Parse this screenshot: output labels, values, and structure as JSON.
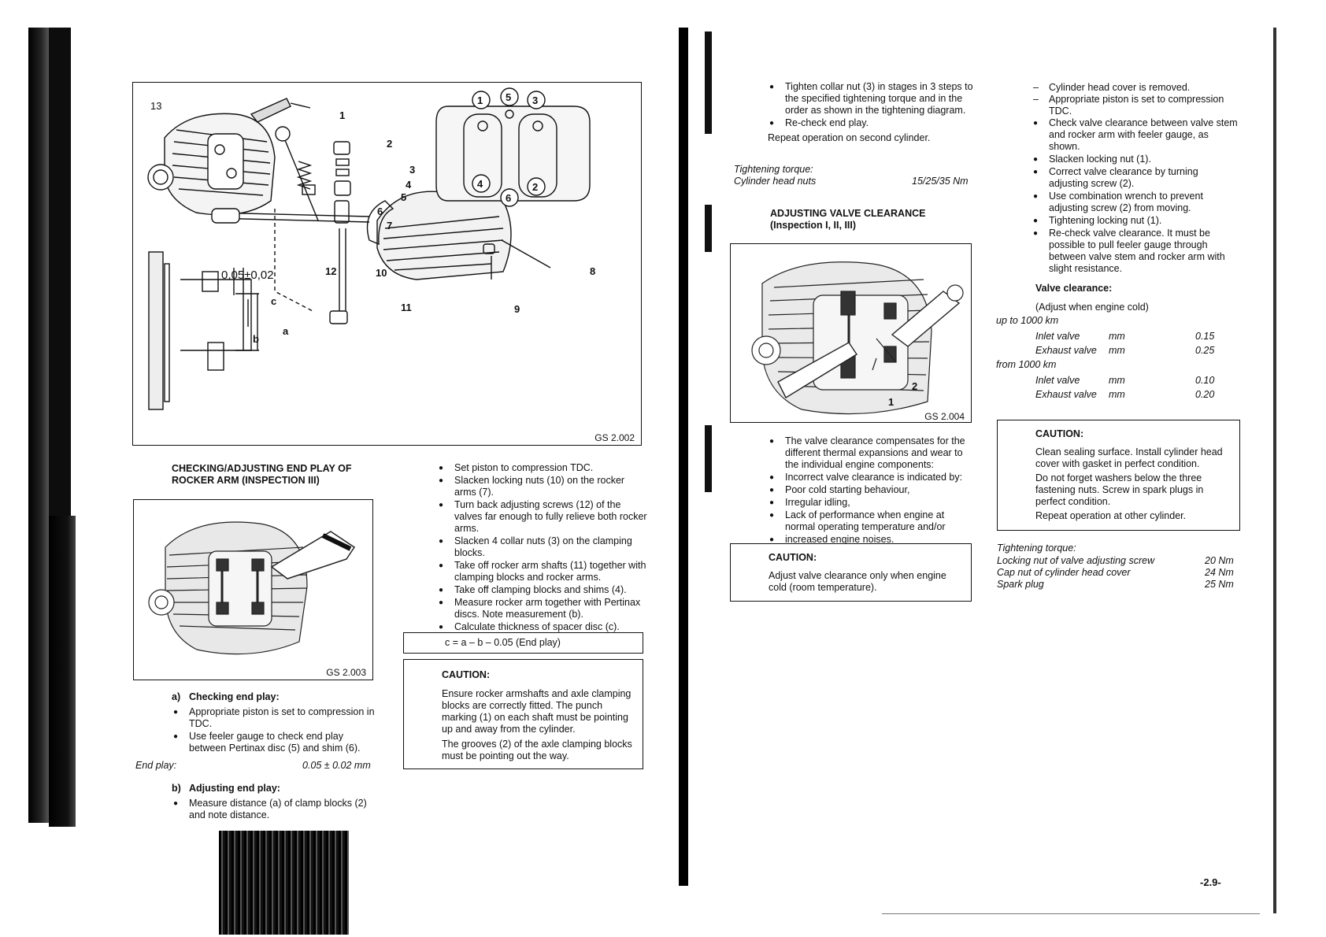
{
  "left_page": {
    "fig_main": {
      "code": "GS 2.002",
      "callouts": [
        "13",
        "1",
        "2",
        "3",
        "4",
        "5",
        "6",
        "7",
        "12",
        "10",
        "11",
        "9",
        "8",
        "0,05±0,02",
        "c",
        "b",
        "a"
      ],
      "order_numbers": [
        "5",
        "1",
        "3",
        "4",
        "6",
        "2"
      ]
    },
    "section1": {
      "heading": "CHECKING/ADJUSTING END PLAY OF ROCKER ARM (INSPECTION III)",
      "fig_code": "GS 2.003",
      "a_label": "a)",
      "a_title": "Checking end play:",
      "a_items": [
        "Appropriate piston is set to compression in TDC.",
        "Use feeler gauge to check end play between Pertinax disc (5) and shim (6)."
      ],
      "end_play_label": "End play:",
      "end_play_value": "0.05 ± 0.02 mm",
      "b_label": "b)",
      "b_title": "Adjusting end play:",
      "b_items": [
        "Measure distance (a) of clamp blocks (2) and note distance."
      ]
    },
    "section2": {
      "items": [
        "Set piston to compression TDC.",
        "Slacken locking nuts (10) on the rocker arms (7).",
        "Turn back adjusting screws (12) of the valves far enough to fully relieve both rocker arms.",
        "Slacken 4 collar nuts (3) on the clamping blocks.",
        "Take off rocker arm shafts (11) together with clamping blocks and rocker arms.",
        "Take off clamping blocks and shims (4).",
        "Measure rocker arm together with Pertinax discs. Note measurement (b).",
        "Calculate thickness of spacer disc (c)."
      ],
      "formula": "c = a – b – 0.05 (End play)",
      "caution_title": "CAUTION:",
      "caution_p1": "Ensure rocker armshafts and axle clamping blocks are correctly fitted. The punch marking (1) on each shaft must be pointing up and away from the cylinder.",
      "caution_p2": "The grooves (2) of the axle clamping blocks must be pointing out the way."
    }
  },
  "right_page": {
    "col1": {
      "items_top": [
        "Tighten collar nut (3) in stages in 3 steps to the specified tightening torque and in the order as shown in the tightening diagram.",
        "Re-check end play."
      ],
      "repeat": "Repeat operation on second cylinder.",
      "torque_label": "Tightening torque:",
      "torque_item": "Cylinder head nuts",
      "torque_value": "15/25/35 Nm",
      "heading": "ADJUSTING VALVE CLEARANCE (Inspection I, II, III)",
      "fig_code": "GS 2.004",
      "fig_callouts": [
        "1",
        "2"
      ],
      "items_bottom": [
        "The valve clearance compensates for the different thermal expansions and wear to the individual engine components:",
        "Incorrect valve clearance is indicated by:",
        "Poor cold starting behaviour,",
        "Irregular idling,",
        "Lack of performance when engine at normal operating temperature and/or",
        "increased engine noises."
      ],
      "caution_title": "CAUTION:",
      "caution_text": "Adjust valve clearance only when engine cold (room temperature)."
    },
    "col2": {
      "dash_items": [
        "Cylinder head cover is removed.",
        "Appropriate piston is set to compression TDC."
      ],
      "items": [
        "Check valve clearance between valve stem and rocker arm with feeler gauge, as shown.",
        "Slacken locking nut (1).",
        "Correct valve clearance by turning adjusting screw (2).",
        "Use combination wrench to prevent adjusting screw (2) from moving.",
        "Tightening locking nut (1).",
        "Re-check valve clearance. It must be possible to pull feeler gauge through between valve stem and rocker arm with slight resistance."
      ],
      "vc_title": "Valve clearance:",
      "vc_note": "(Adjust when engine cold)",
      "up_to": "up to 1000 km",
      "from": "from 1000 km",
      "rows": [
        {
          "name": "Inlet valve",
          "unit": "mm",
          "value": "0.15"
        },
        {
          "name": "Exhaust valve",
          "unit": "mm",
          "value": "0.25"
        },
        {
          "name": "Inlet valve",
          "unit": "mm",
          "value": "0.10"
        },
        {
          "name": "Exhaust valve",
          "unit": "mm",
          "value": "0.20"
        }
      ],
      "caution_title": "CAUTION:",
      "caution_p1": "Clean sealing surface. Install cylinder head cover with gasket in perfect condition.",
      "caution_p2": "Do not forget washers below the three fastening nuts. Screw in spark plugs in perfect condition.",
      "caution_p3": "Repeat operation at other cylinder.",
      "torque_label": "Tightening torque:",
      "torque_rows": [
        {
          "name": "Locking nut of valve adjusting screw",
          "value": "20 Nm"
        },
        {
          "name": "Cap nut of cylinder head cover",
          "value": "24 Nm"
        },
        {
          "name": "Spark plug",
          "value": "25 Nm"
        }
      ],
      "page_number": "-2.9-"
    }
  }
}
